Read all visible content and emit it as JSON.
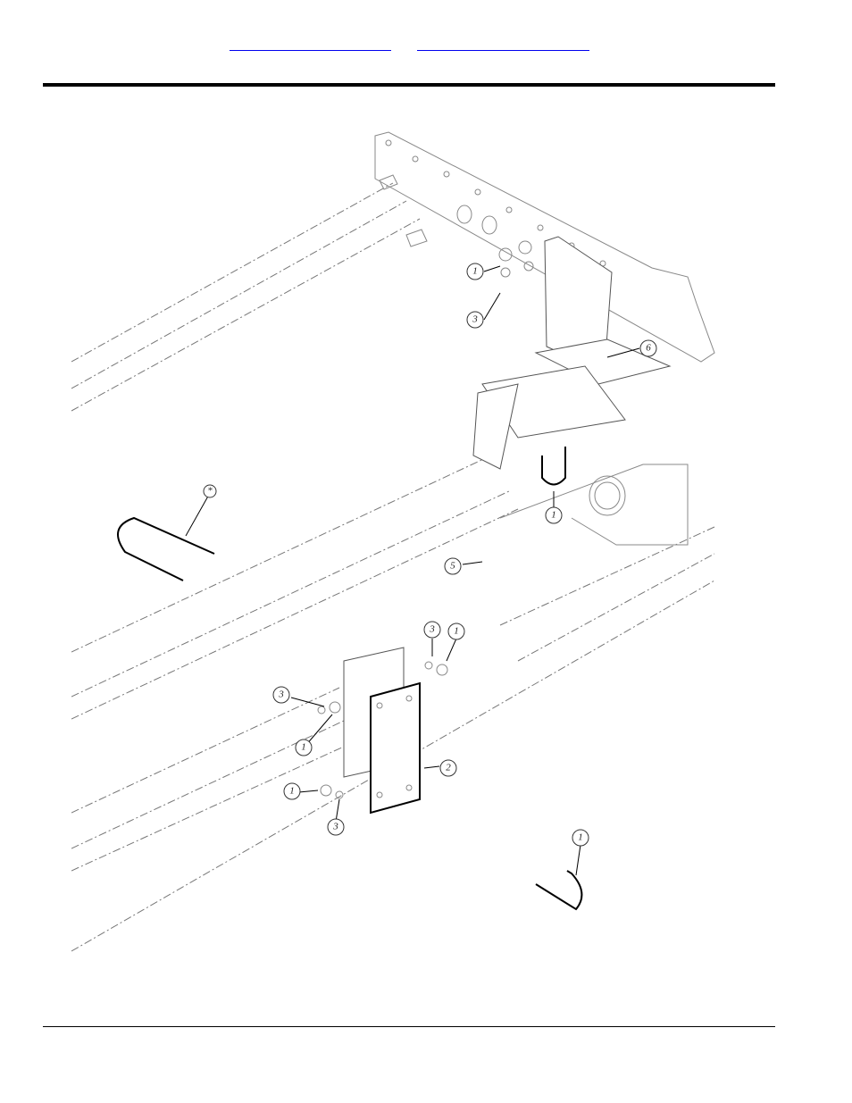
{
  "header": {
    "links": [
      "",
      ""
    ]
  },
  "diagram": {
    "callouts": [
      {
        "id": "c1",
        "label": "1"
      },
      {
        "id": "c2",
        "label": "3"
      },
      {
        "id": "c3",
        "label": "6"
      },
      {
        "id": "c4",
        "label": "*"
      },
      {
        "id": "c5",
        "label": "1"
      },
      {
        "id": "c6",
        "label": "5"
      },
      {
        "id": "c7",
        "label": "3"
      },
      {
        "id": "c8",
        "label": "1"
      },
      {
        "id": "c9",
        "label": "3"
      },
      {
        "id": "c10",
        "label": "1"
      },
      {
        "id": "c11",
        "label": "2"
      },
      {
        "id": "c12",
        "label": "1"
      },
      {
        "id": "c13",
        "label": "3"
      },
      {
        "id": "c14",
        "label": "1"
      }
    ]
  }
}
